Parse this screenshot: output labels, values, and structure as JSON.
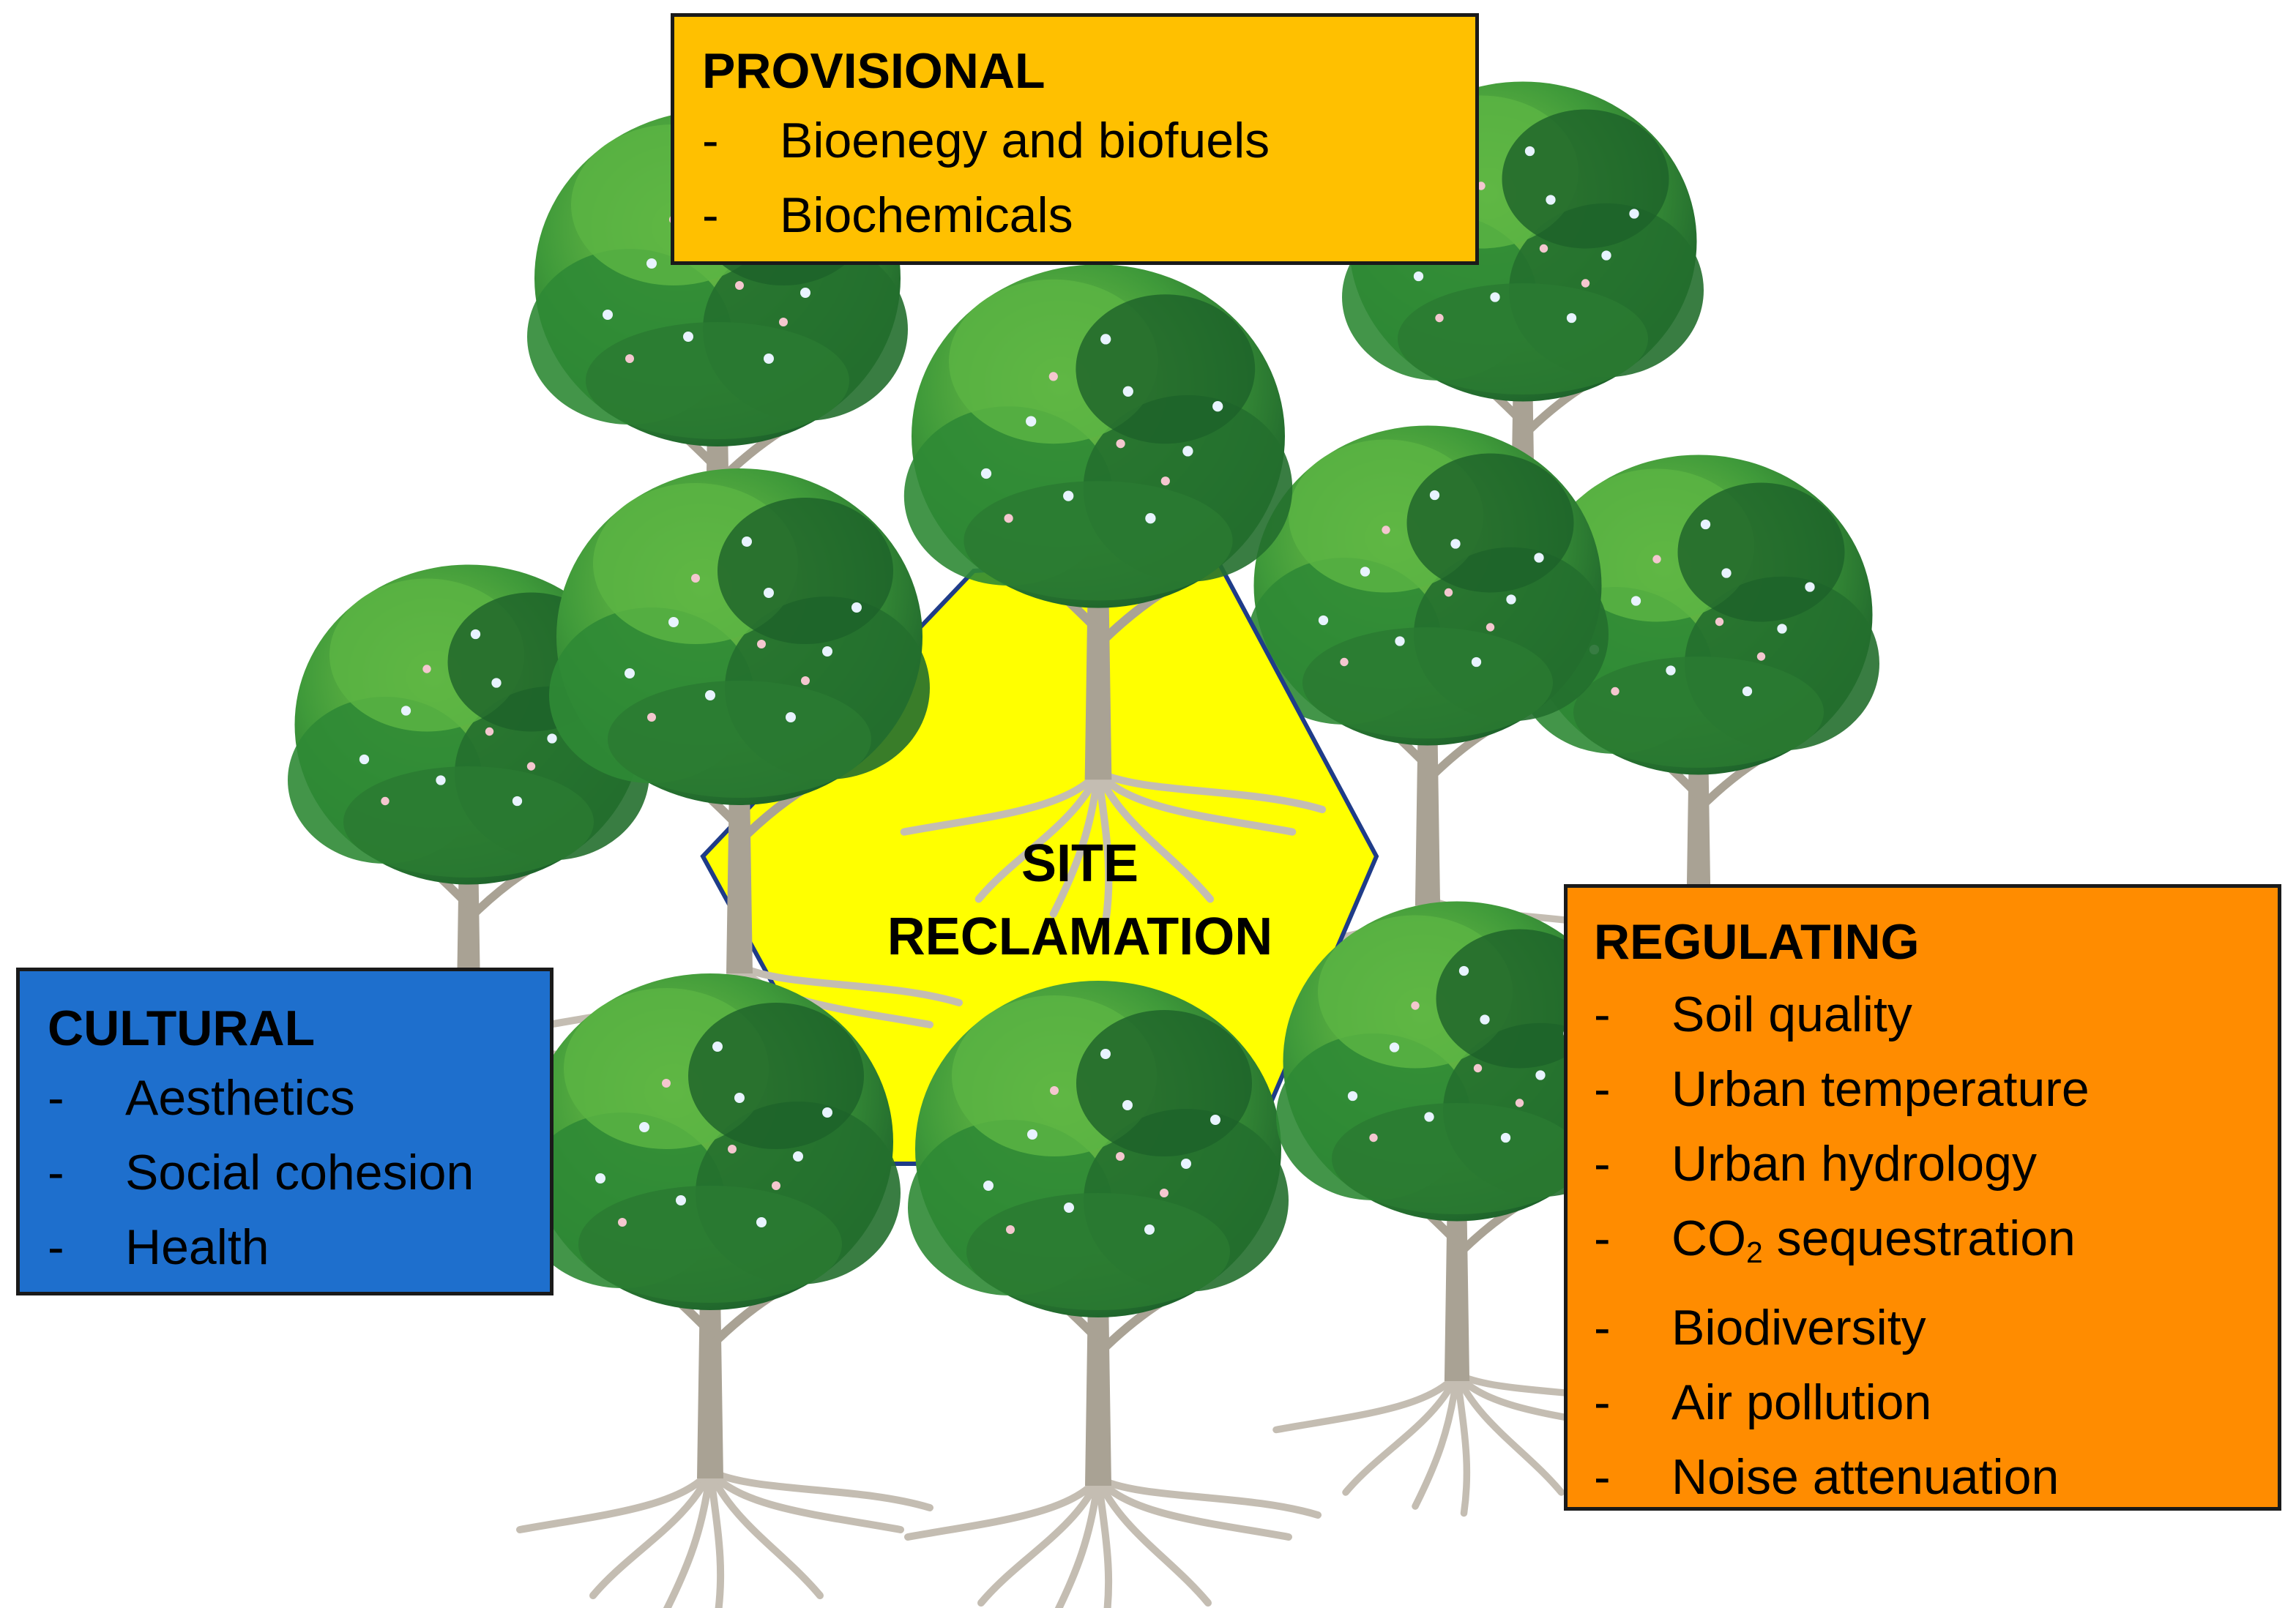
{
  "center": {
    "line1": "SITE",
    "line2": "RECLAMATION"
  },
  "provisional": {
    "title": "PROVISIONAL",
    "items": [
      "Bioenegy and biofuels",
      "Biochemicals"
    ]
  },
  "cultural": {
    "title": "CULTURAL",
    "items": [
      "Aesthetics",
      "Social cohesion",
      "Health"
    ]
  },
  "regulating": {
    "title": "REGULATING",
    "items": [
      "Soil quality",
      "Urban temperature",
      "Urban hydrology",
      "sequestration",
      "Biodiversity",
      "Air pollution",
      "Noise attenuation"
    ],
    "co2_prefix": "CO",
    "co2_sub": "2"
  },
  "bullet": "-",
  "colors": {
    "provisional": "#ffc000",
    "cultural": "#1e6fcd",
    "regulating": "#ff8c00",
    "center": "#ffff00",
    "tree_dark": "#1f6b2a",
    "tree_light": "#6bbf3f",
    "trunk": "#b9b3a8"
  }
}
